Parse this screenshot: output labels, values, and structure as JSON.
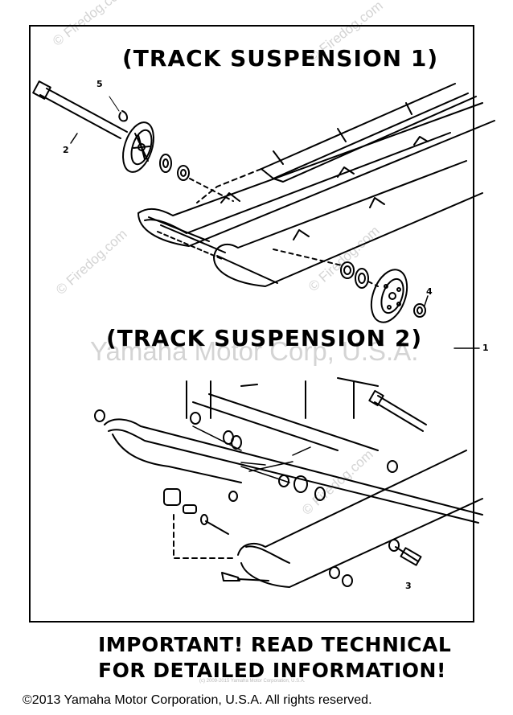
{
  "diagram": {
    "section_1_title": "(TRACK SUSPENSION 1)",
    "section_2_title": "(TRACK SUSPENSION 2)",
    "callouts": [
      "1",
      "2",
      "3",
      "4",
      "5"
    ]
  },
  "watermarks": {
    "firedog": "© Firedog.com",
    "yamaha_center": "Yamaha Motor Corp, U.S.A.",
    "small_copyright": "(c) 2009-2015 Yamaha Motor Corporation, U.S.A."
  },
  "notice": {
    "line1": "IMPORTANT! READ TECHNICAL",
    "line2": "FOR DETAILED INFORMATION!"
  },
  "footer": {
    "copyright": "©2013 Yamaha Motor Corporation, U.S.A. All rights reserved."
  }
}
